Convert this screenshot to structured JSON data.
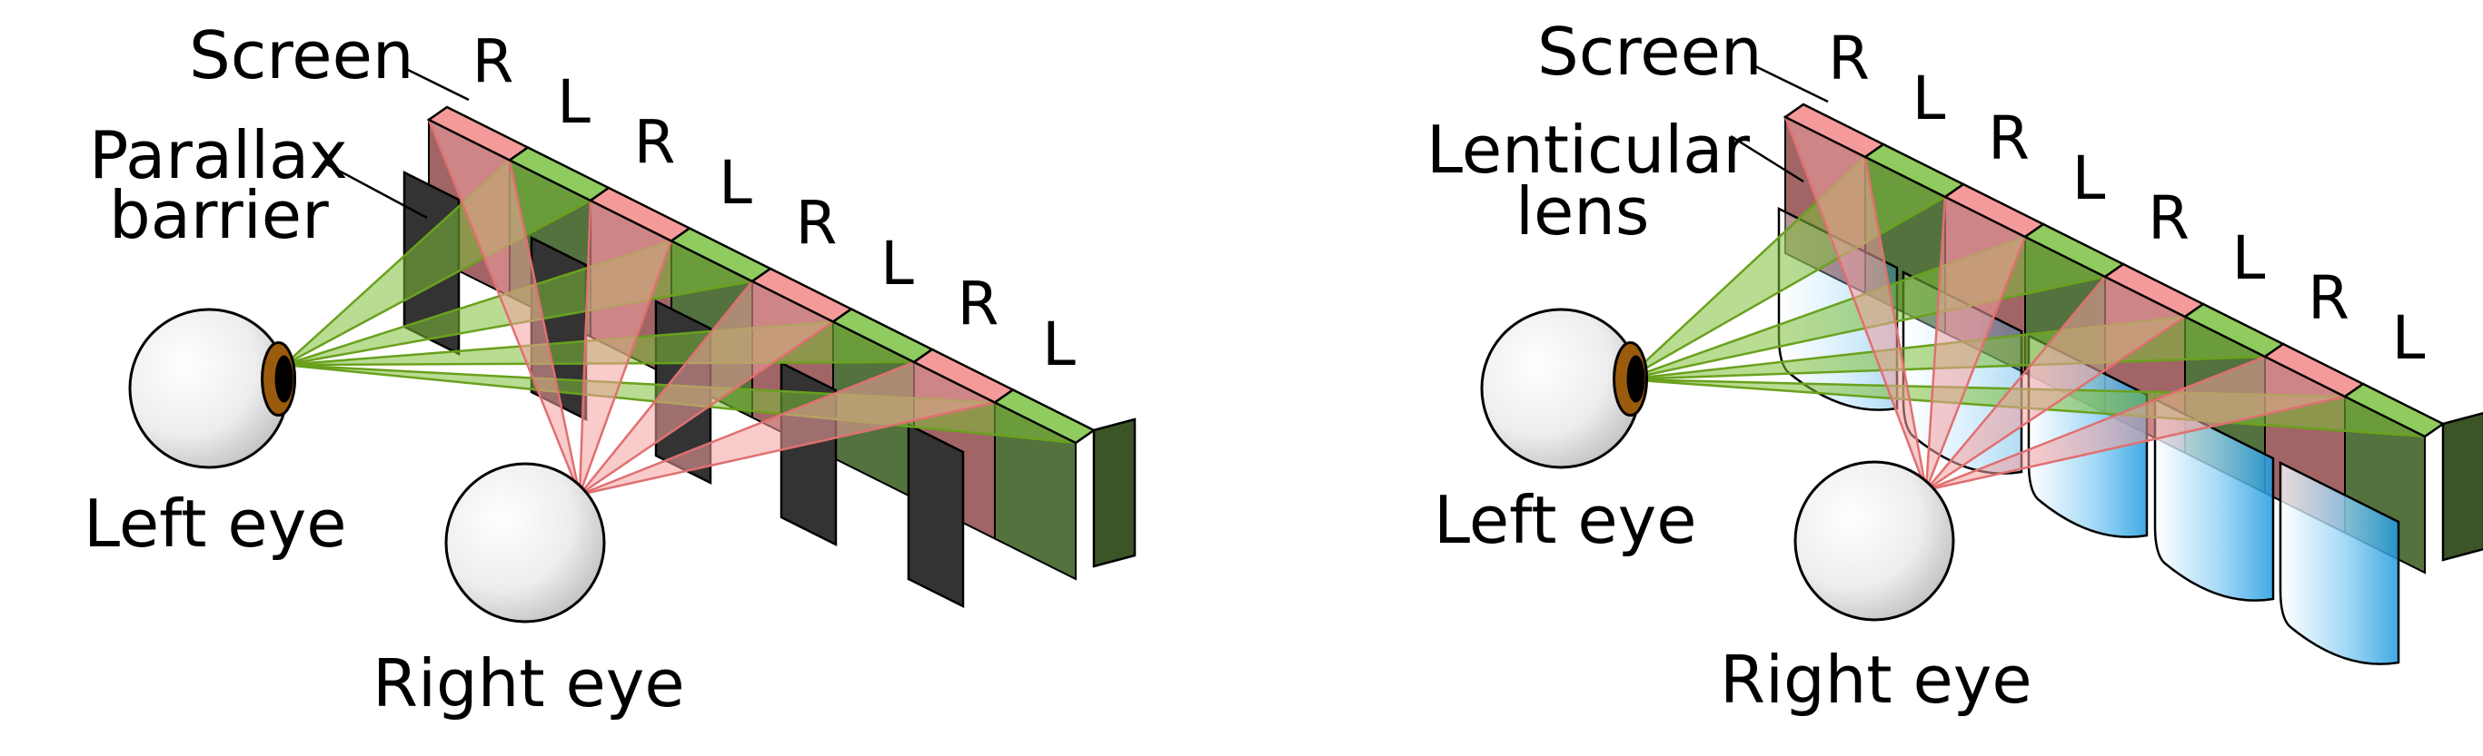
{
  "left_diagram": {
    "screen_label": "Screen",
    "barrier_label_line1": "Parallax",
    "barrier_label_line2": "barrier",
    "left_eye_label": "Left eye",
    "right_eye_label": "Right eye",
    "strip_labels": [
      "R",
      "L",
      "R",
      "L",
      "R",
      "L",
      "R",
      "L"
    ]
  },
  "right_diagram": {
    "screen_label": "Screen",
    "lens_label_line1": "Lenticular",
    "lens_label_line2": "lens",
    "left_eye_label": "Left eye",
    "right_eye_label": "Right eye",
    "strip_labels": [
      "R",
      "L",
      "R",
      "L",
      "R",
      "L",
      "R",
      "L"
    ]
  },
  "colors": {
    "right_pixel_top": "#f59a9a",
    "right_pixel_side": "#9c5d5d",
    "left_pixel_top": "#8fcb5e",
    "left_pixel_side": "#4a6a33",
    "barrier": "#333333",
    "green_ray": "#6aa11d",
    "red_ray": "#e07070",
    "lens_blue": "#1e9be0",
    "iris": "#9a5b0c"
  }
}
